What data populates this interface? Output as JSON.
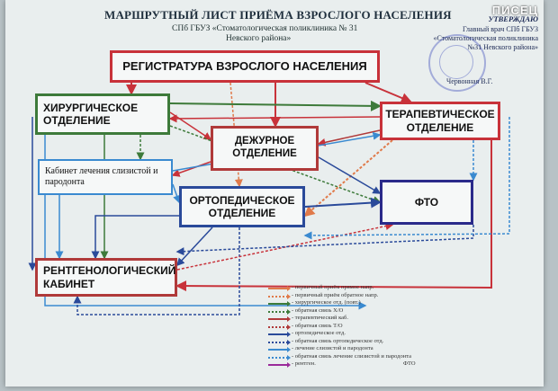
{
  "watermark": "ПИСЕЦ",
  "header": {
    "title": "МАРШРУТНЫЙ ЛИСТ ПРИЁМА ВЗРОСЛОГО НАСЕЛЕНИЯ",
    "org_line1": "СПб ГБУЗ «Стоматологическая поликлиника № 31",
    "org_line2": "Невского района»"
  },
  "approval": {
    "word": "УТВЕРЖДАЮ",
    "line1": "Главный врач СПб ГБУЗ",
    "line2": "«Стоматологическая поликлиника",
    "line3": "№31 Невского района»",
    "signer": "Червонная В.Г."
  },
  "nodes": {
    "registry": "РЕГИСТРАТУРА ВЗРОСЛОГО НАСЕЛЕНИЯ",
    "surgical": "ХИРУРГИЧЕСКОЕ ОТДЕЛЕНИЕ",
    "therapeutic": "ТЕРАПЕВТИЧЕСКОЕ ОТДЕЛЕНИЕ",
    "duty": "ДЕЖУРНОЕ ОТДЕЛЕНИЕ",
    "mucosa": "Кабинет лечения слизистой и пародонта",
    "orthopedic": "ОРТОПЕДИЧЕСКОЕ ОТДЕЛЕНИЕ",
    "fto": "ФТО",
    "xray": "РЕНТГЕНОЛОГИЧЕСКИЙ КАБИНЕТ"
  },
  "legend": [
    {
      "label": "- первичный приём  прямое напр.",
      "color": "#e07a4a",
      "style": "solid"
    },
    {
      "label": "- первичный приём  обратное напр.",
      "color": "#e07a4a",
      "style": "dotted"
    },
    {
      "label": "- хирургическое отд. (повт.)",
      "color": "#3d7a3a",
      "style": "solid"
    },
    {
      "label": "- обратная связь Х/О",
      "color": "#3d7a3a",
      "style": "dotted"
    },
    {
      "label": "- терапевтический каб.",
      "color": "#b03a3a",
      "style": "solid"
    },
    {
      "label": "- обратная связь Т/О",
      "color": "#b03a3a",
      "style": "dotted"
    },
    {
      "label": "- ортопедическое отд.",
      "color": "#2a4a9a",
      "style": "solid"
    },
    {
      "label": "- обратная связь ортопедическое отд.",
      "color": "#2a4a9a",
      "style": "dotted"
    },
    {
      "label": "- лечение слизистой и пародонта",
      "color": "#3a8ad0",
      "style": "solid"
    },
    {
      "label": "- обратная связь лечение слизистой и пародонта",
      "color": "#3a8ad0",
      "style": "dotted"
    },
    {
      "label": "- рентген.",
      "color": "#9a2a9a",
      "style": "solid"
    }
  ],
  "legend_extra": "ФТО",
  "colors": {
    "registry_border": "#c8323a",
    "surgical_border": "#3d7a3a",
    "therapeutic_border": "#c8323a",
    "duty_border": "#b03a3a",
    "mucosa_border": "#3a8ad0",
    "orthopedic_border": "#2a4a9a",
    "fto_border": "#2a2a8a",
    "xray_border": "#b03a3a"
  }
}
